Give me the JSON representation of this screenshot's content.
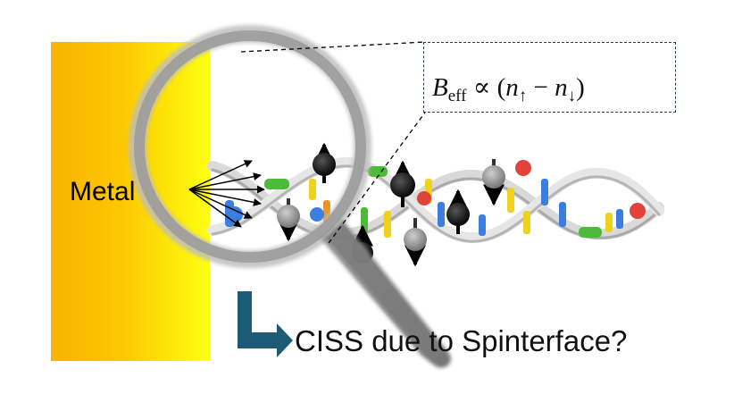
{
  "labels": {
    "metal": "Metal",
    "question": "CISS due to Spinterface?"
  },
  "equation": {
    "B": "B",
    "eff": "eff",
    "prop": "∝",
    "lparen": "(",
    "n": "n",
    "up": "↑",
    "minus": "−",
    "n2": "n",
    "down": "↓",
    "rparen": ")"
  },
  "colors": {
    "metal_left": "#f9b200",
    "metal_right": "#ffff10",
    "arrow_teal": "#1d5a75",
    "lens_grey": "#9c9c9c",
    "box_border": "#2b3f52"
  }
}
